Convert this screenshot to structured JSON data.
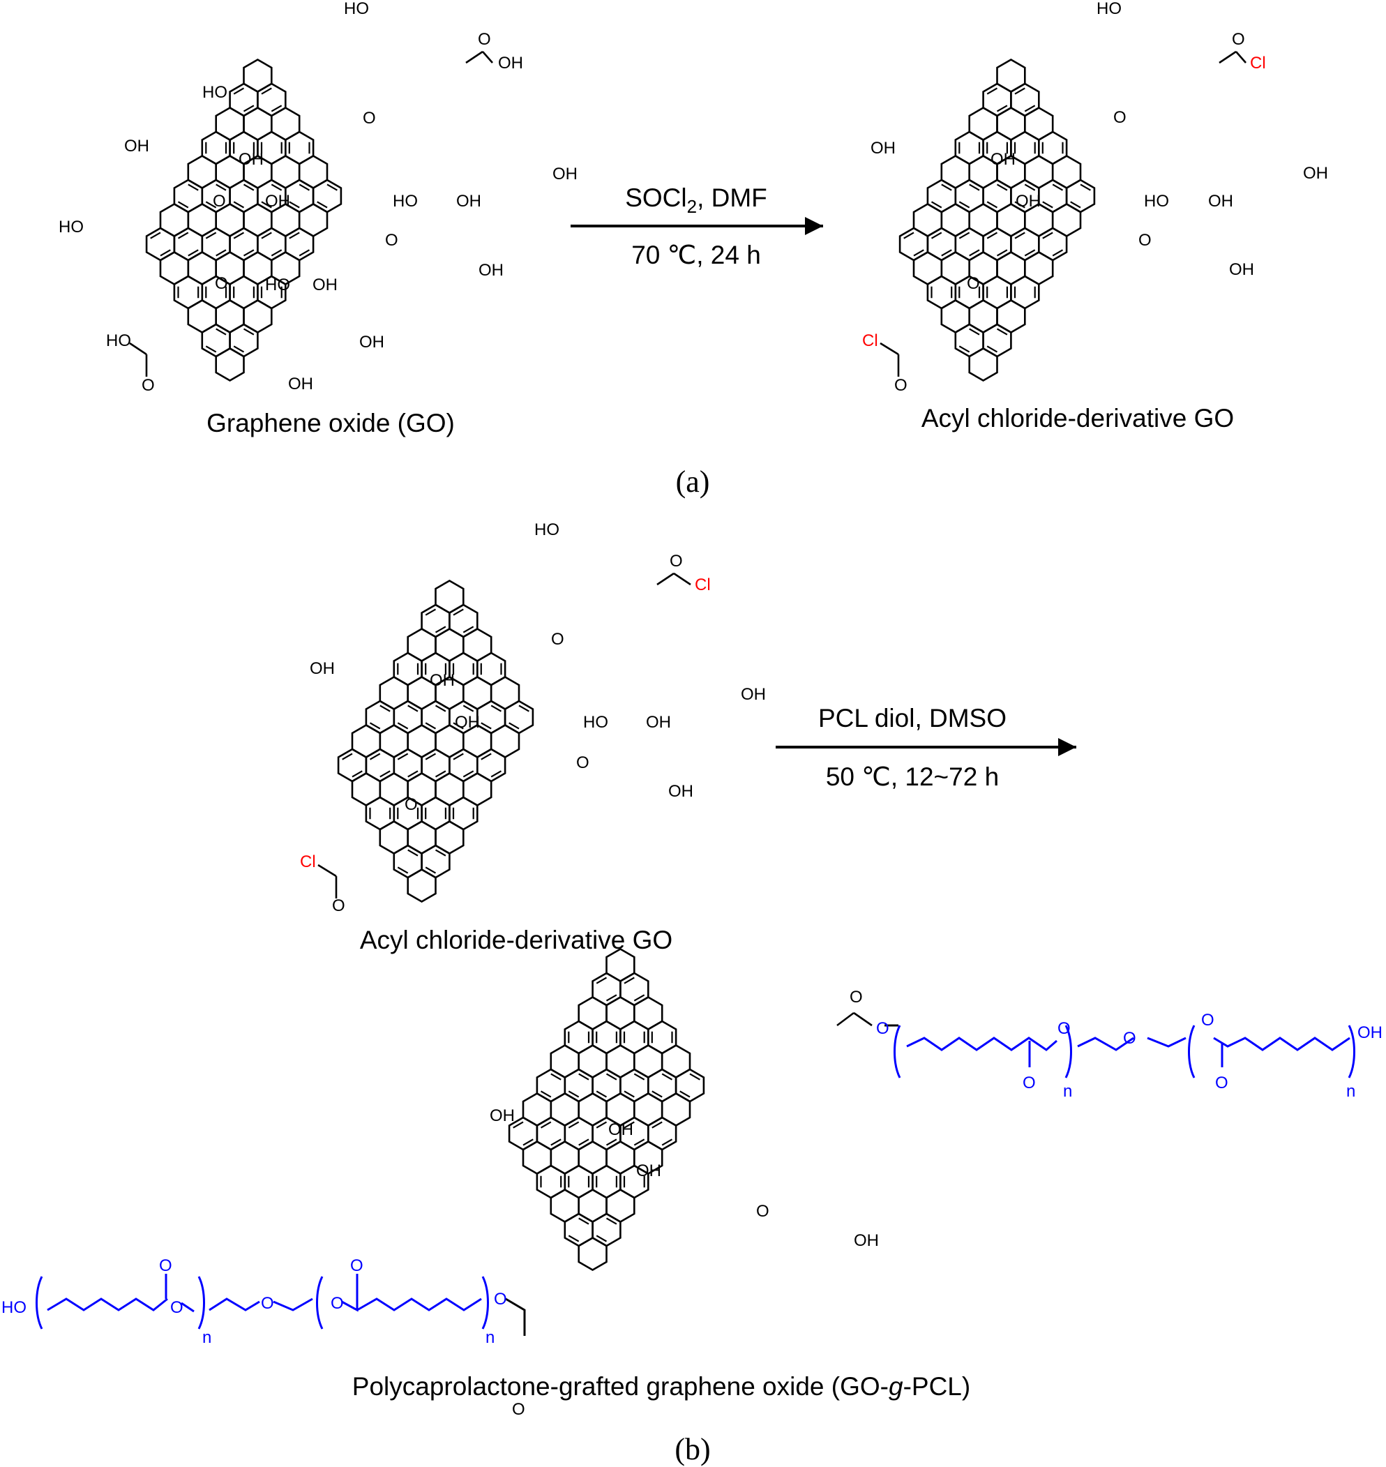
{
  "panel_a": {
    "label": "(a)",
    "reactant_caption": "Graphene  oxide  (GO)",
    "product_caption": "Acyl chloride-derivative  GO",
    "reagent": "SOCl",
    "reagent_sub": "2",
    "reagent_tail": ",  DMF",
    "condition": "70 ℃,  24 h"
  },
  "panel_b": {
    "label": "(b)",
    "reactant_caption": "Acyl chloride-derivative  GO",
    "reagent": "PCL diol,  DMSO",
    "condition": "50 ℃,  12~72 h",
    "product_caption_pre": "Polycaprolactone-grafted  graphene  oxide  (GO-",
    "product_caption_italic": "g",
    "product_caption_post": "-PCL)"
  },
  "groups": {
    "hydroxyl": "OH",
    "hydroxyl_left": "HO",
    "epoxide": "O",
    "carbonyl_o": "O",
    "carboxyl_left": "HO",
    "chloride": "Cl",
    "ester_o": "O",
    "repeat_n": "n"
  },
  "colors": {
    "modified_group": "#ff0000",
    "pcl_chain": "#0000ff",
    "structure": "#000000"
  }
}
